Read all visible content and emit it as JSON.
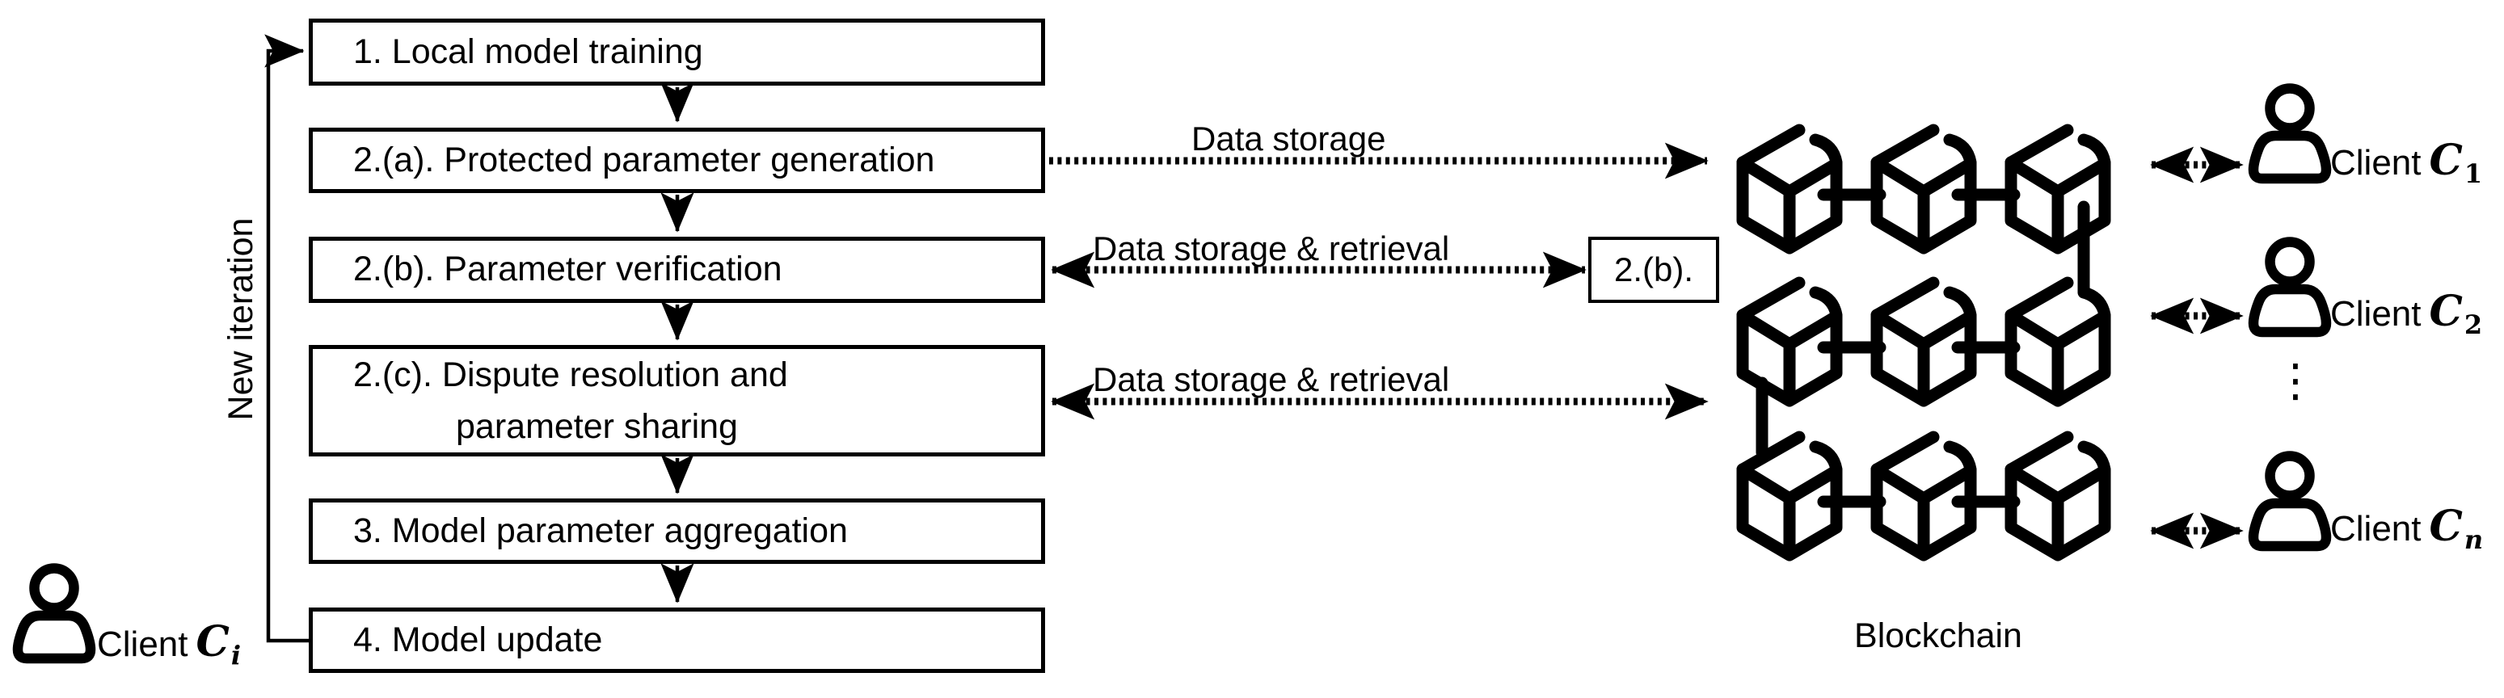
{
  "flowchart": {
    "steps": [
      {
        "label": "1. Local model training"
      },
      {
        "label": "2.(a). Protected parameter generation"
      },
      {
        "label": "2.(b). Parameter verification"
      },
      {
        "line1": "2.(c). Dispute resolution and",
        "line2": "parameter sharing"
      },
      {
        "label": "3. Model parameter aggregation"
      },
      {
        "label": "4. Model update"
      }
    ],
    "loop_label": "New iteration"
  },
  "local_client": {
    "label": "Client",
    "symbol": "C",
    "subscript": "i"
  },
  "channels": {
    "storage": "Data storage",
    "storage_retrieval_top": "Data storage & retrieval",
    "storage_retrieval_bottom": "Data storage & retrieval",
    "contract_box": "2.(b)."
  },
  "blockchain": {
    "label": "Blockchain"
  },
  "remote_clients": [
    {
      "label": "Client",
      "symbol": "C",
      "subscript": "1"
    },
    {
      "label": "Client",
      "symbol": "C",
      "subscript": "2"
    },
    {
      "label": "Client",
      "symbol": "C",
      "subscript": "n"
    }
  ],
  "ellipsis": "⋮",
  "colors": {
    "ink": "#000000",
    "background": "#ffffff"
  }
}
